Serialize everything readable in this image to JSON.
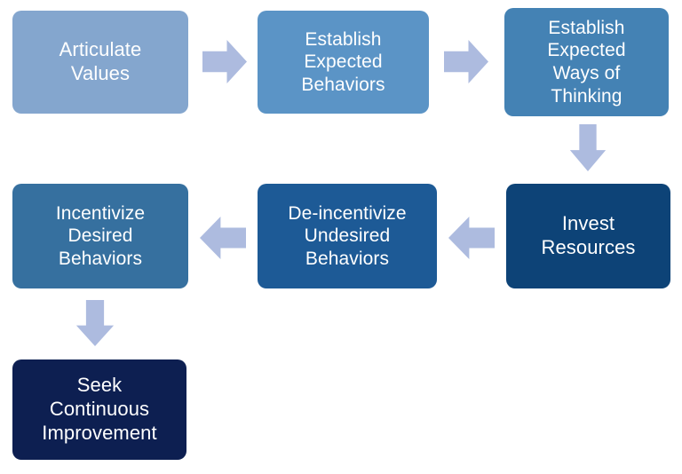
{
  "diagram": {
    "type": "flowchart",
    "background_color": "#ffffff",
    "arrow_color": "#adbbdf",
    "nodes": [
      {
        "id": "articulate-values",
        "label": "Articulate\nValues",
        "color": "#84a6ce",
        "row": 1,
        "order": 1
      },
      {
        "id": "establish-expected-behaviors",
        "label": "Establish\nExpected\nBehaviors",
        "color": "#5b94c6",
        "row": 1,
        "order": 2
      },
      {
        "id": "establish-expected-ways-of-thinking",
        "label": "Establish\nExpected\nWays of\nThinking",
        "color": "#4482b4",
        "row": 1,
        "order": 3
      },
      {
        "id": "invest-resources",
        "label": "Invest\nResources",
        "color": "#0d4377",
        "row": 2,
        "order": 4
      },
      {
        "id": "de-incentivize-undesired-behaviors",
        "label": "De-incentivize\nUndesired\nBehaviors",
        "color": "#1d5a96",
        "row": 2,
        "order": 5
      },
      {
        "id": "incentivize-desired-behaviors",
        "label": "Incentivize\nDesired\nBehaviors",
        "color": "#36709f",
        "row": 2,
        "order": 6
      },
      {
        "id": "seek-continuous-improvement",
        "label": "Seek\nContinuous\nImprovement",
        "color": "#0d1f51",
        "row": 3,
        "order": 7
      }
    ],
    "connectors": [
      {
        "id": "values-to-behaviors",
        "direction": "right",
        "from": "articulate-values",
        "to": "establish-expected-behaviors"
      },
      {
        "id": "behaviors-to-thinking",
        "direction": "right",
        "from": "establish-expected-behaviors",
        "to": "establish-expected-ways-of-thinking"
      },
      {
        "id": "thinking-to-invest",
        "direction": "down",
        "from": "establish-expected-ways-of-thinking",
        "to": "invest-resources"
      },
      {
        "id": "invest-to-deincentivize",
        "direction": "left",
        "from": "invest-resources",
        "to": "de-incentivize-undesired-behaviors"
      },
      {
        "id": "deincentivize-to-incentivize",
        "direction": "left",
        "from": "de-incentivize-undesired-behaviors",
        "to": "incentivize-desired-behaviors"
      },
      {
        "id": "incentivize-to-seek",
        "direction": "down",
        "from": "incentivize-desired-behaviors",
        "to": "seek-continuous-improvement"
      }
    ]
  }
}
